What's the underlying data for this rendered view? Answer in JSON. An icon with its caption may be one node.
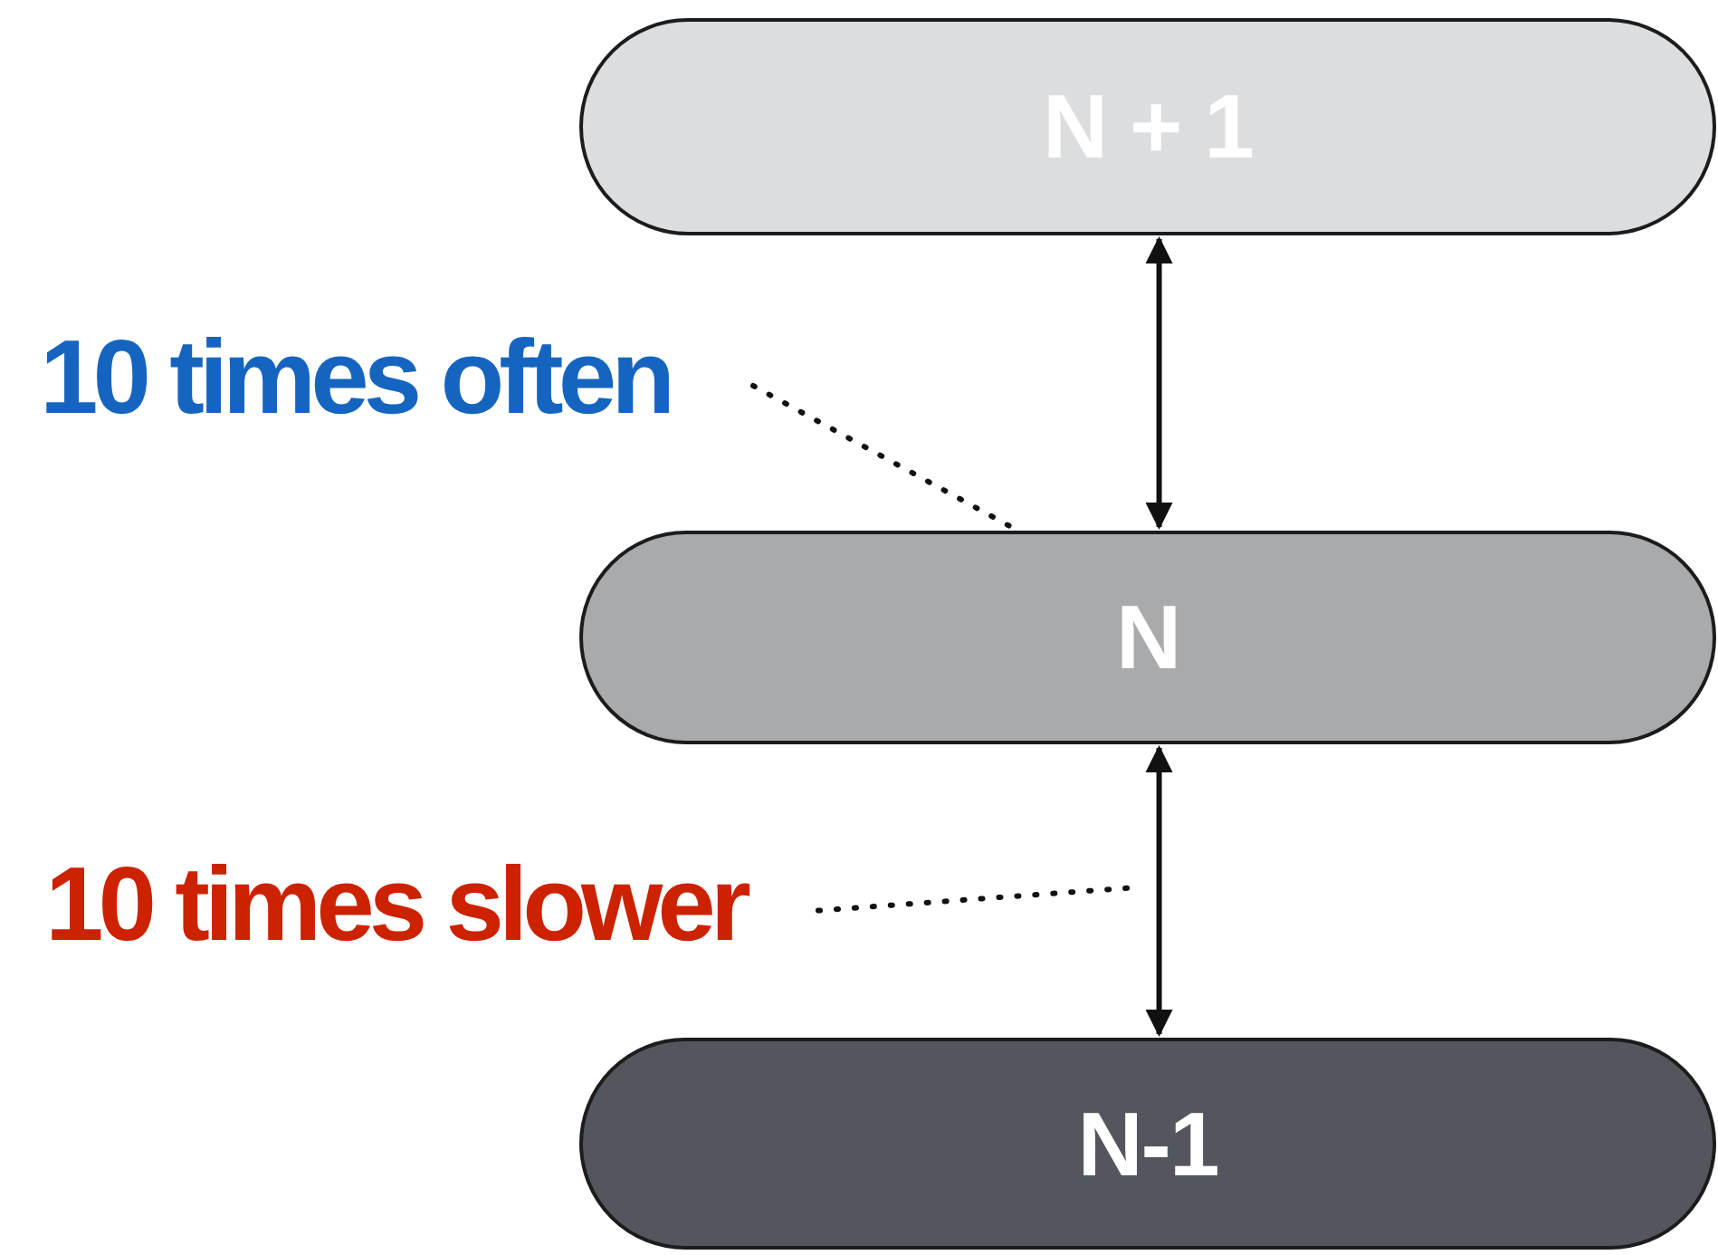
{
  "diagram": {
    "nodes": [
      {
        "text": [
          "N + 1"
        ]
      },
      {
        "text": [
          "N"
        ]
      },
      {
        "text": [
          "N-1"
        ]
      },
      {
        "text": [
          "10 times often"
        ]
      },
      {
        "text": [
          "10 times slower"
        ]
      }
    ],
    "edges": [
      {
        "from": 0,
        "to": 1,
        "arrow": "both"
      },
      {
        "from": 1,
        "to": 2,
        "arrow": "both"
      },
      {
        "from": 3,
        "to": 1,
        "arrow": "none",
        "style": "dashed"
      },
      {
        "from": 4,
        "to": null,
        "arrow": "none",
        "style": "dashed"
      }
    ]
  }
}
